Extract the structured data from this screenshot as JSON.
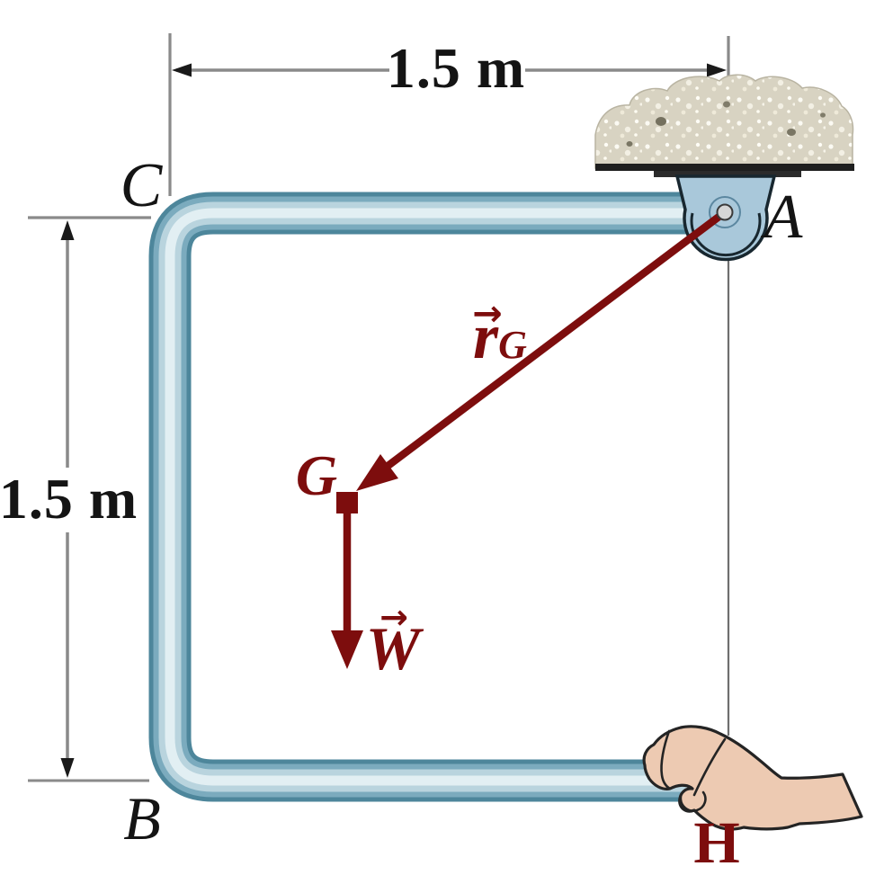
{
  "diagram": {
    "background": "#ffffff",
    "points": {
      "A": "A",
      "B": "B",
      "C": "C",
      "G": "G",
      "H": "H"
    },
    "dimensions": {
      "top": "1.5 m",
      "left": "1.5 m"
    },
    "vector_rg": {
      "symbol": "r",
      "arrow": "→",
      "subscript": "G"
    },
    "vector_w": {
      "symbol": "W",
      "arrow": "→"
    },
    "colors": {
      "vector_red": "#7d0d0d",
      "pipe_edge": "#4d869b",
      "pipe_mid": "#7babbe",
      "pipe_light": "#b9d4de",
      "pipe_highlight": "#e2eff3",
      "dim_gray": "#8a8a8a",
      "arrow_black": "#1a1a1a",
      "label_black": "#141414",
      "stone": "#d8d3c2",
      "bracket_blue": "#a9c8da",
      "skin": "#edcab2"
    }
  }
}
